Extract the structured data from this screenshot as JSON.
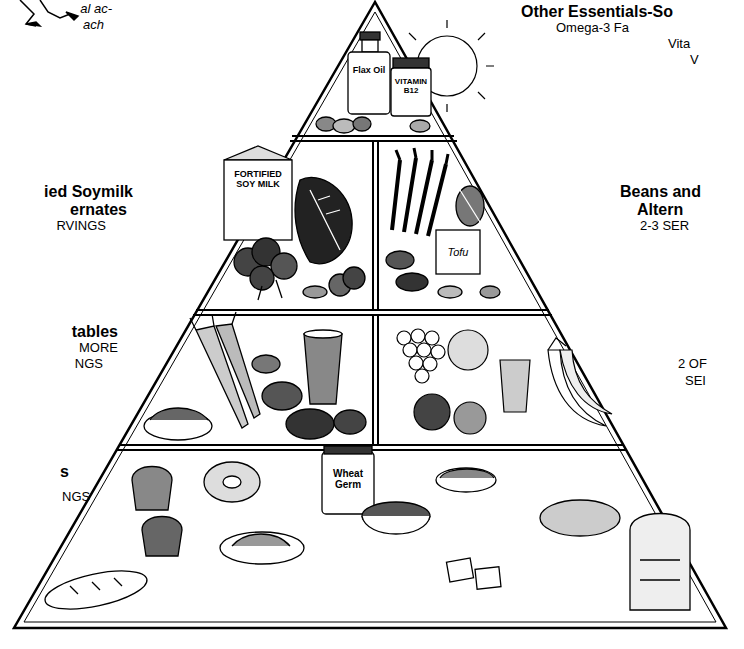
{
  "diagram": {
    "labels": [
      "al ac-",
      "ach",
      "Other Essentials-So",
      "Omega-3 Fa",
      "Vita",
      "V",
      "ied Soymilk",
      "ernates",
      "RVINGS",
      "Beans and",
      "Altern",
      "2-3 SER",
      "tables",
      "MORE",
      "NGS",
      "2 OF",
      "SEI",
      "s",
      "NGS",
      "Flax Oil",
      "VITAMIN B12",
      "FORTIFIED SOY MILK",
      "Tofu",
      "Wheat Germ"
    ]
  }
}
